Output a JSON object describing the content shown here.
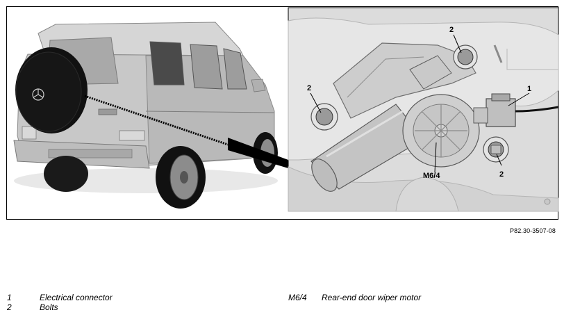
{
  "figure": {
    "reference": "P82.30-3507-08",
    "callouts": {
      "bolt_top": "2",
      "bolt_left": "2",
      "bolt_right": "2",
      "connector": "1",
      "motor": "M6/4"
    }
  },
  "legend": {
    "left": [
      {
        "number": "1",
        "text": "Electrical connector"
      },
      {
        "number": "2",
        "text": "Bolts"
      }
    ],
    "right": [
      {
        "number": "M6/4",
        "text": "Rear-end door wiper motor"
      }
    ]
  },
  "colors": {
    "detail_background": "#dcdcdc",
    "vehicle_body": "#c8c8c8",
    "tire": "#111111",
    "bolt_highlight": "#9a9a9a"
  }
}
